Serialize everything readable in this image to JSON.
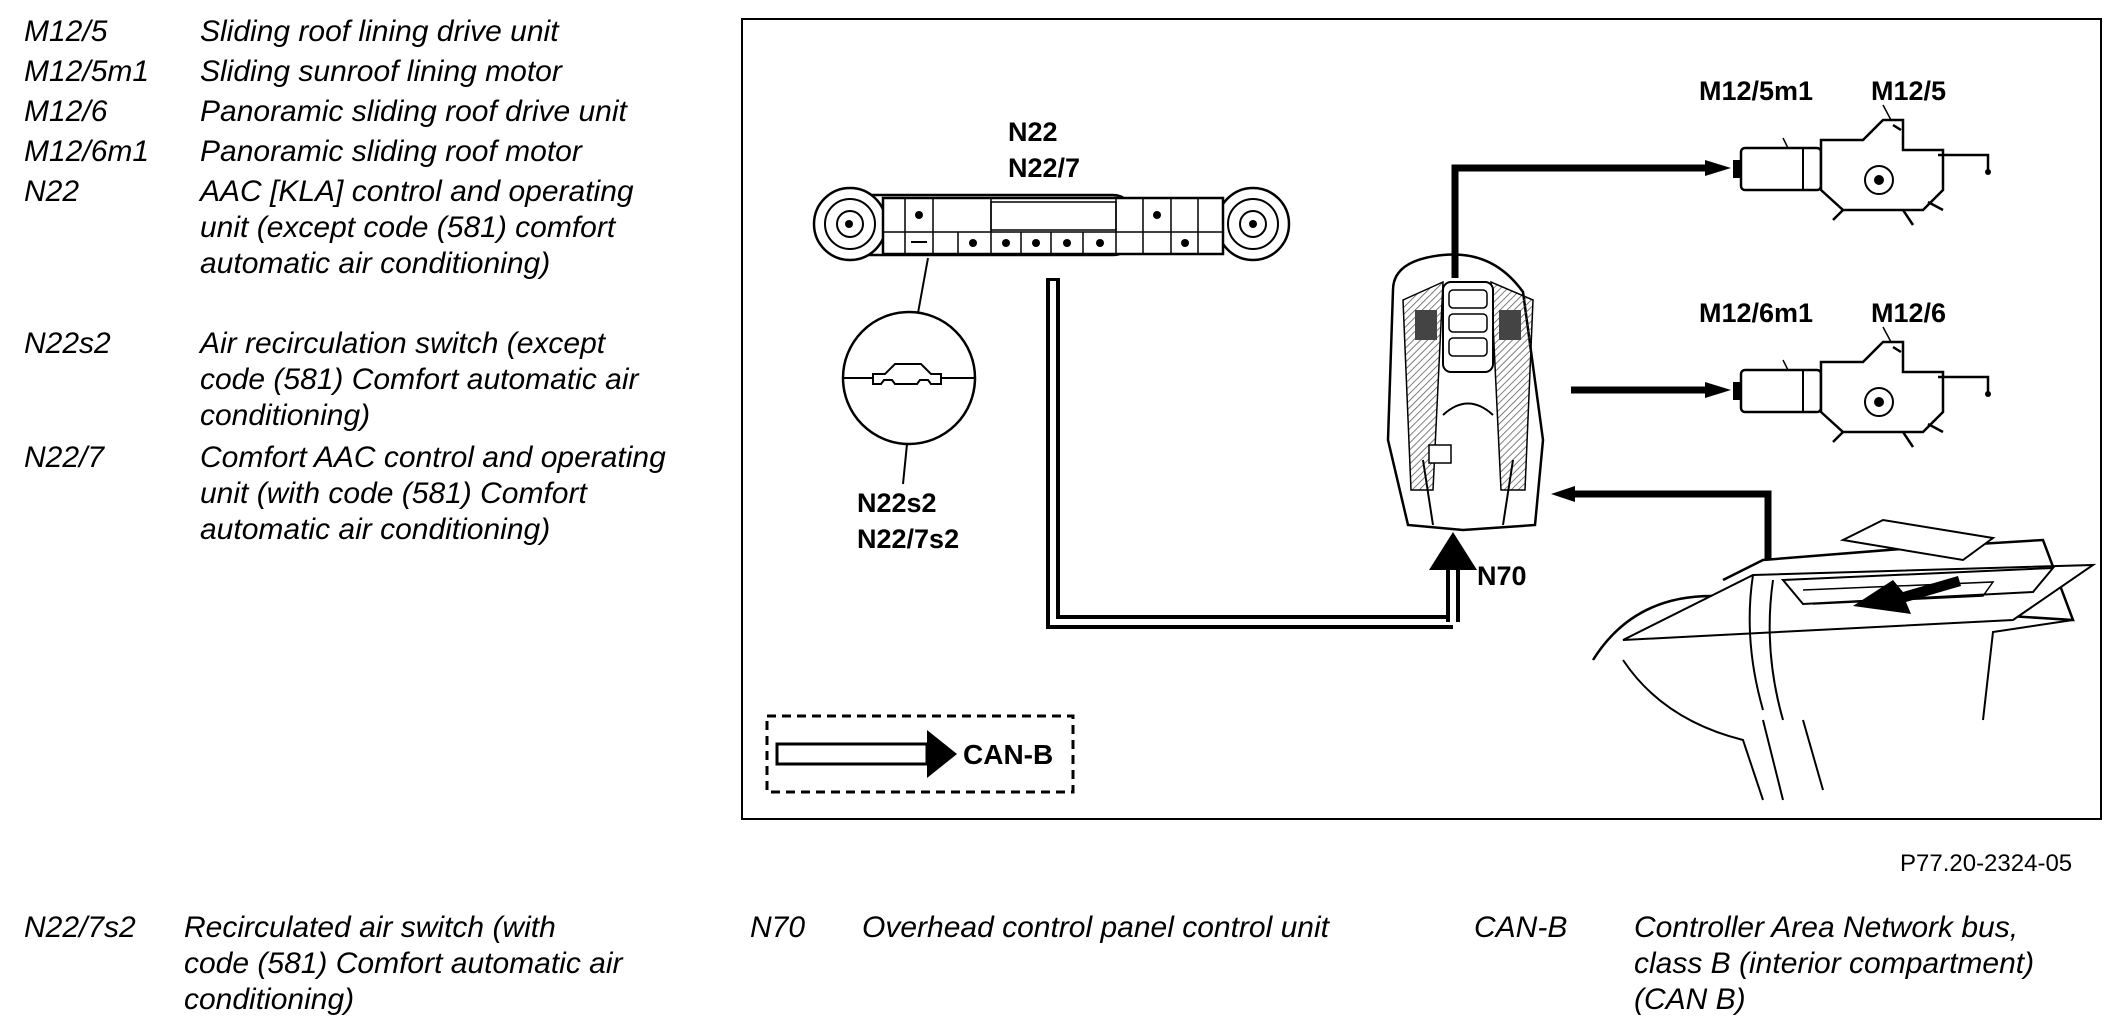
{
  "legend_top": [
    {
      "code": "M12/5",
      "desc": "Sliding roof lining drive unit"
    },
    {
      "code": "M12/5m1",
      "desc": "Sliding sunroof lining motor"
    },
    {
      "code": "M12/6",
      "desc": "Panoramic sliding roof drive unit"
    },
    {
      "code": "M12/6m1",
      "desc": "Panoramic sliding roof motor"
    },
    {
      "code": "N22",
      "desc": "AAC [KLA] control and operating unit (except code (581) comfort automatic air conditioning)"
    },
    {
      "code": "N22s2",
      "desc": "Air recirculation switch (except code (581) Comfort automatic air conditioning)"
    },
    {
      "code": "N22/7",
      "desc": "Comfort AAC control and operating unit (with code (581) Comfort automatic air conditioning)"
    }
  ],
  "legend_bottom": [
    {
      "code": "N22/7s2",
      "desc": "Recirculated air switch (with code (581) Comfort automatic air conditioning)"
    },
    {
      "code": "N70",
      "desc": "Overhead control panel control unit"
    },
    {
      "code": "CAN-B",
      "desc": "Controller Area Network bus, class B (interior compartment) (CAN B)"
    }
  ],
  "diagram": {
    "labels": {
      "n22": "N22",
      "n22_7": "N22/7",
      "n22s2": "N22s2",
      "n22_7s2": "N22/7s2",
      "n70": "N70",
      "m12_5m1": "M12/5m1",
      "m12_5": "M12/5",
      "m12_6m1": "M12/6m1",
      "m12_6": "M12/6",
      "can_b": "CAN-B"
    },
    "figure_ref": "P77.20-2324-05"
  }
}
